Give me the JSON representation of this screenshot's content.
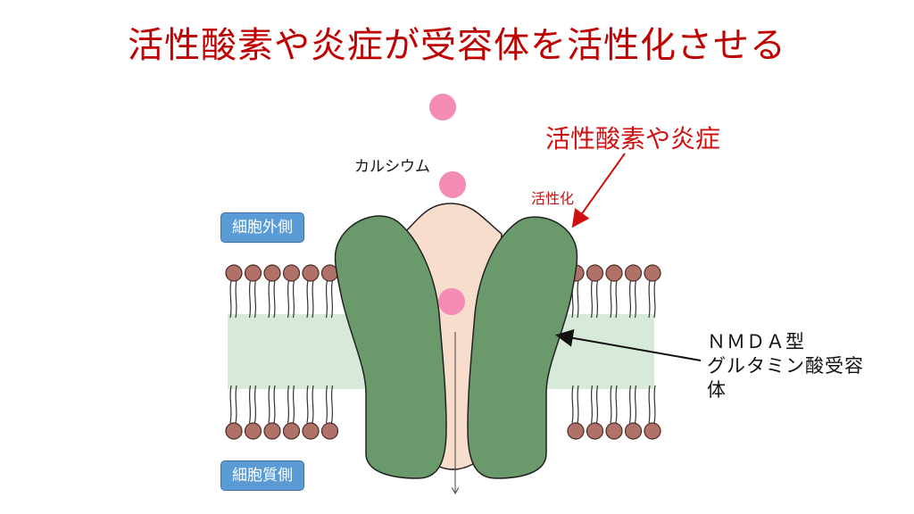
{
  "title": "活性酸素や炎症が受容体を活性化させる",
  "labels": {
    "calcium": "カルシウム",
    "ros_inflammation": "活性酸素や炎症",
    "activation": "活性化",
    "receptor_line1": "ＮＭＤＡ型",
    "receptor_line2": "グルタミン酸受容",
    "receptor_line3": "体",
    "extracellular": "細胞外側",
    "intracellular": "細胞質側"
  },
  "colors": {
    "title": "#c00000",
    "annotation_red": "#d01010",
    "membrane_band": "#d7ead9",
    "lipid_head": "#b07268",
    "receptor_subunit": "#6a9a6c",
    "channel_pore": "#f8ddcc",
    "calcium_ion": "#f48cb6",
    "badge_fill": "#5b9bd5"
  }
}
